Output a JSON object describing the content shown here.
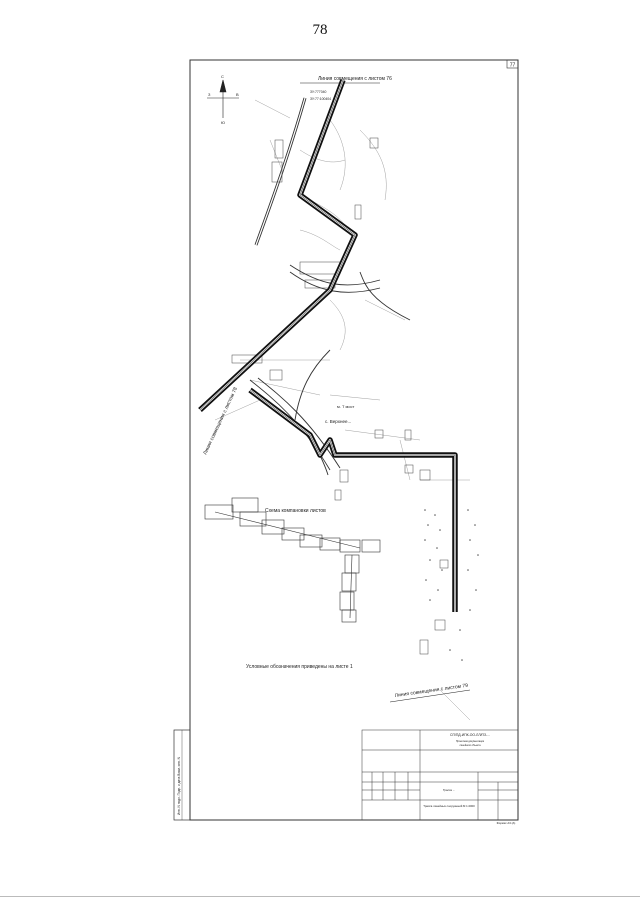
{
  "page_number": "78",
  "sheet_number": "77",
  "match_line_top": "Линия совмещения с листом 76",
  "match_line_left": "Линия совмещения с листом 78",
  "match_line_bottom": "Линия совмещения с листом 79",
  "scheme_title": "Схема компановки листов",
  "legend_note": "Условные обозначения приведены на листе 1",
  "village_label": "с. Верхнее...",
  "bridge_label": "м. Т мост",
  "project_code": "СП/ПД-ИПК-ОО-ЛЛ/ПЗ-...",
  "drawing_title": "Трасса линейных сооружений М 1:2000",
  "format_note": "Формат А3 (A)",
  "colors": {
    "line": "#111111",
    "paper": "#ffffff"
  }
}
